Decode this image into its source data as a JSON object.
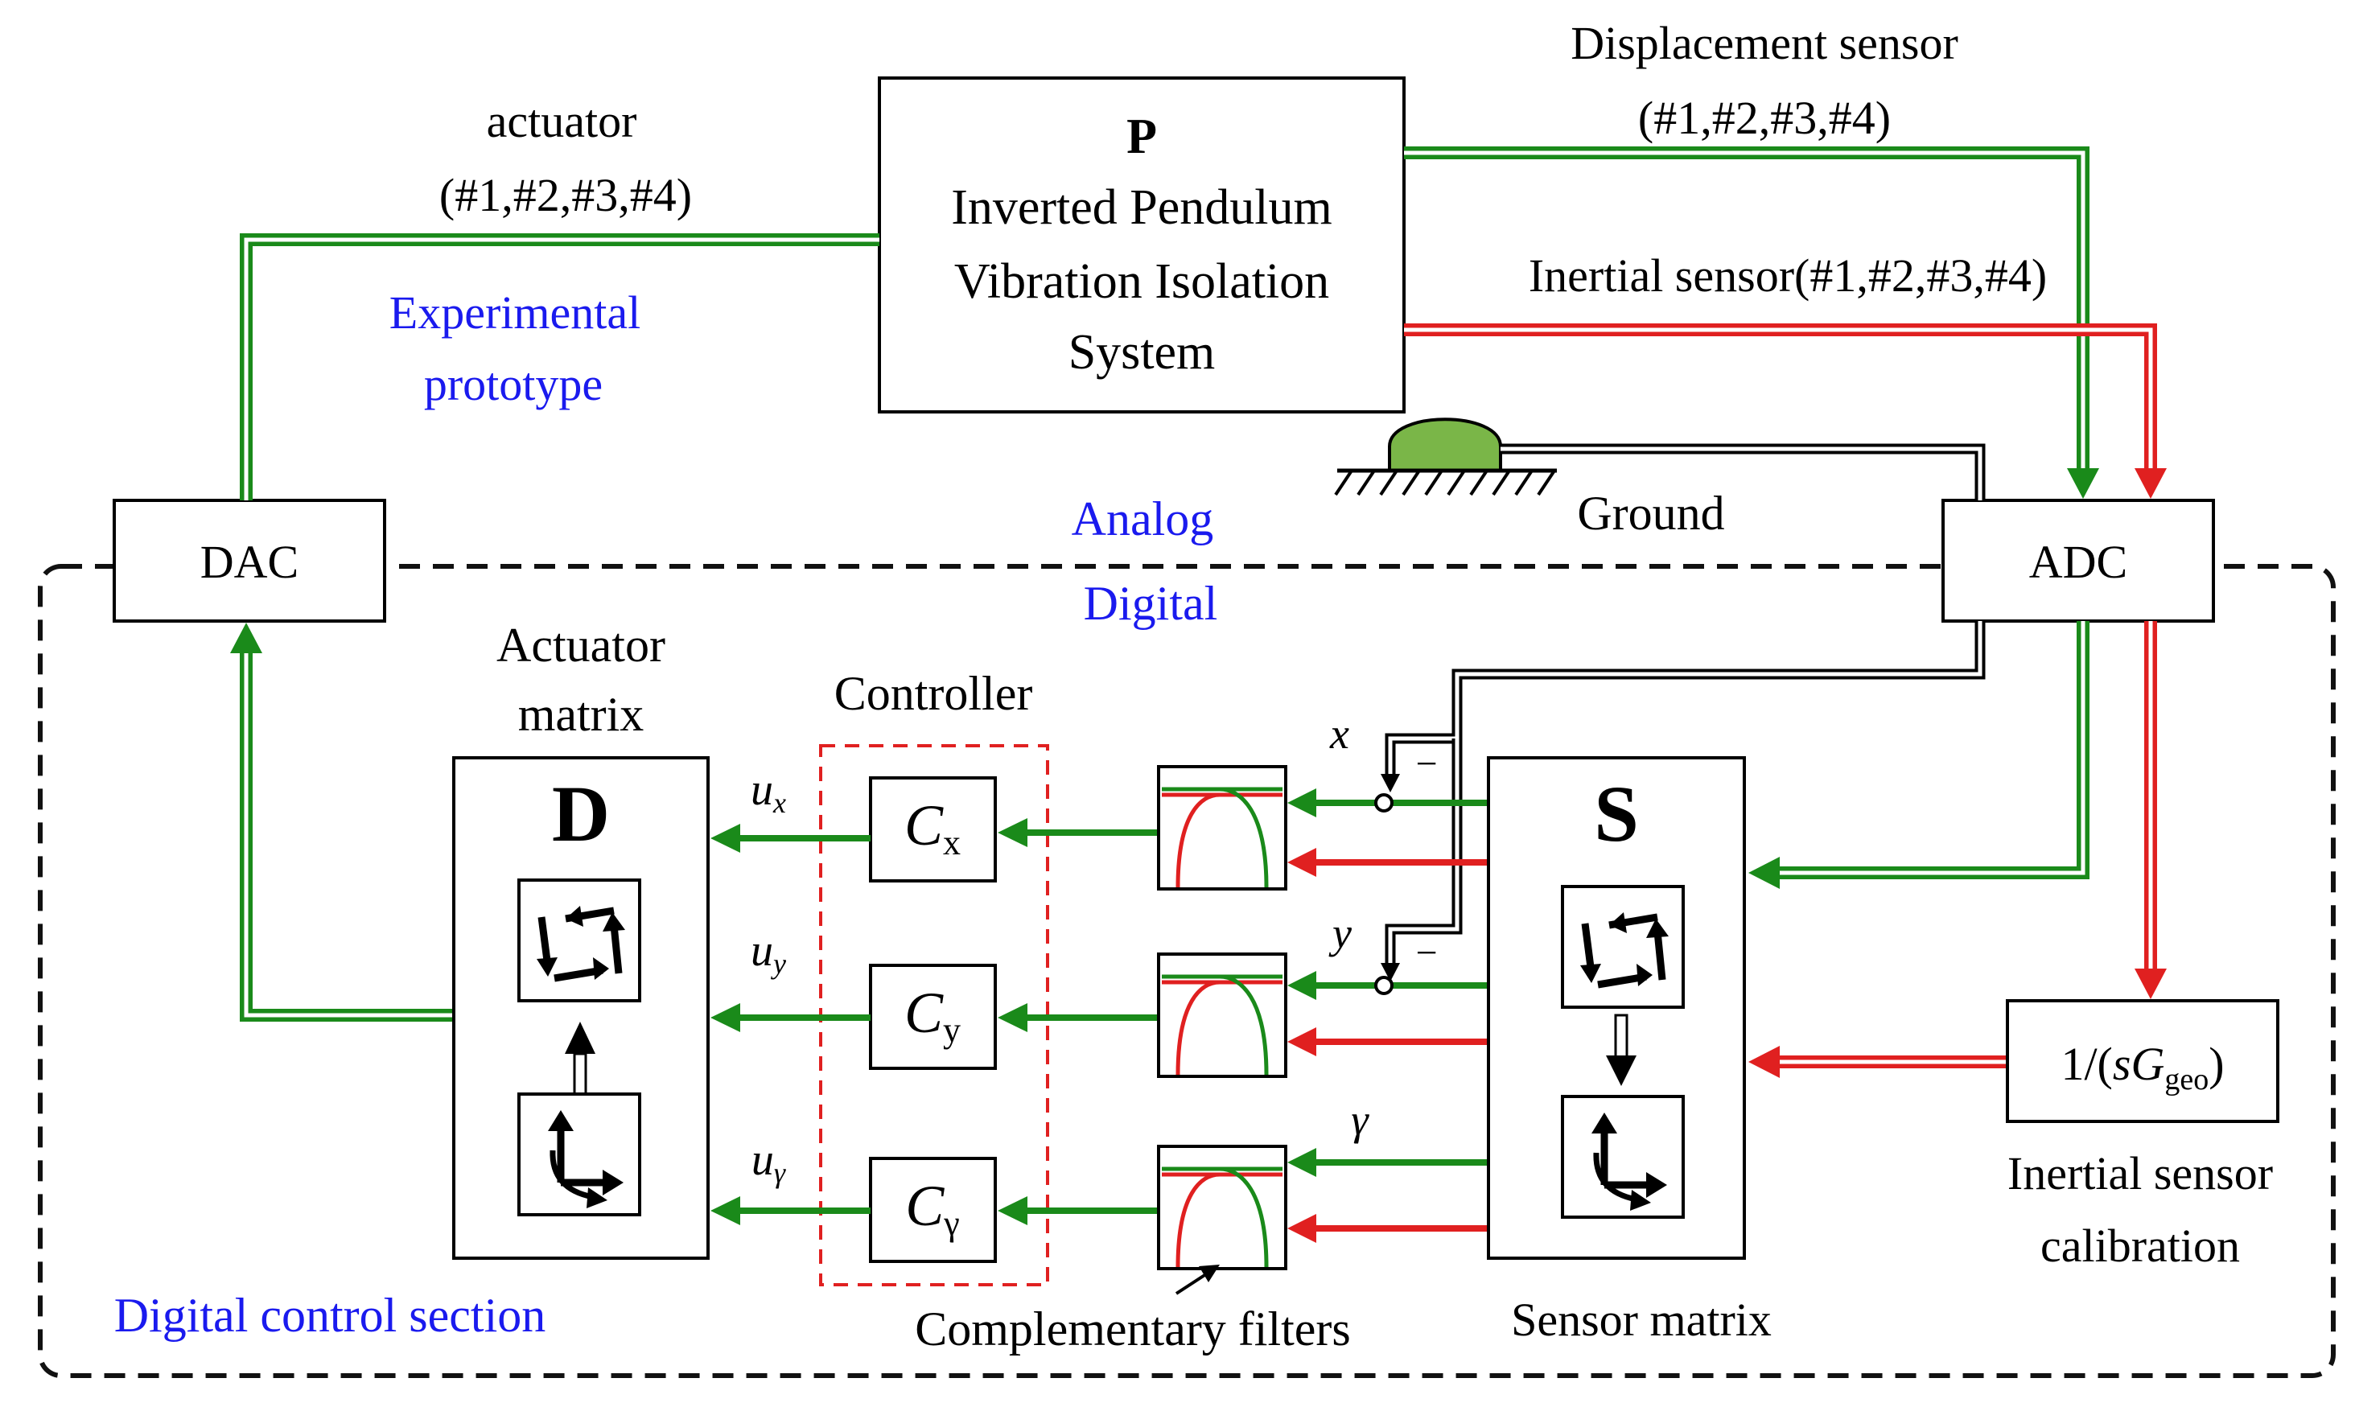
{
  "plant": {
    "letter": "P",
    "line1": "Inverted Pendulum",
    "line2": "Vibration Isolation",
    "line3": "System"
  },
  "labels": {
    "actuator_line1": "actuator",
    "actuator_line2": "(#1,#2,#3,#4)",
    "displacement_line1": "Displacement sensor",
    "displacement_line2": "(#1,#2,#3,#4)",
    "inertial": "Inertial sensor(#1,#2,#3,#4)",
    "experimental_line1": "Experimental",
    "experimental_line2": "prototype",
    "analog": "Analog",
    "digital": "Digital",
    "ground": "Ground",
    "dac": "DAC",
    "adc": "ADC",
    "actuator_matrix_line1": "Actuator",
    "actuator_matrix_line2": "matrix",
    "controller": "Controller",
    "matrix_d": "D",
    "matrix_s": "S",
    "sensor_matrix": "Sensor matrix",
    "complementary_filters": "Complementary filters",
    "digital_control_section": "Digital control section",
    "inertial_calibration_line1": "Inertial sensor",
    "inertial_calibration_line2": "calibration",
    "minus": "−"
  },
  "calibration_block": {
    "prefix": "1/(",
    "s": "s",
    "G": "G",
    "sub": "geo",
    "suffix": ")"
  },
  "controllers": [
    {
      "letter": "C",
      "sub": "x"
    },
    {
      "letter": "C",
      "sub": "y"
    },
    {
      "letter": "C",
      "sub": "γ"
    }
  ],
  "signals": {
    "ux": {
      "letter": "u",
      "sub": "x"
    },
    "uy": {
      "letter": "u",
      "sub": "y"
    },
    "ug": {
      "letter": "u",
      "sub": "γ"
    },
    "x": "x",
    "y": "y",
    "gamma": "γ"
  },
  "colors": {
    "green": "#1a8a1a",
    "red": "#e02020",
    "blue_text": "#1a1aee",
    "ground_dome": "#7ab648",
    "controller_border": "#e02020"
  }
}
